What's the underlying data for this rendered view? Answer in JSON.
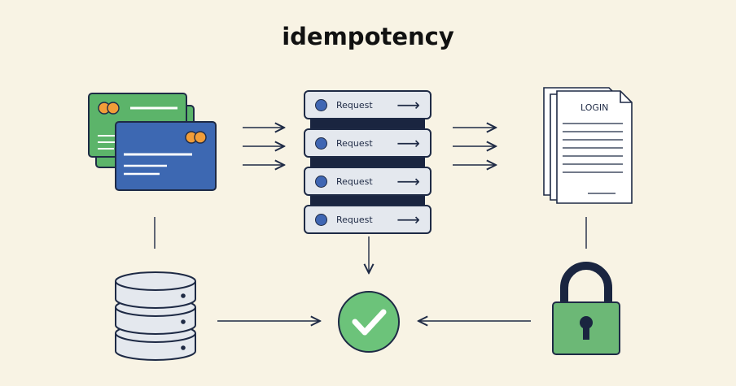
{
  "title": "idempotency",
  "requests": [
    {
      "label": "Request"
    },
    {
      "label": "Request"
    },
    {
      "label": "Request"
    },
    {
      "label": "Request"
    }
  ],
  "document": {
    "label": "LOGIN"
  },
  "icons": {
    "cards": "credit-cards-icon",
    "database": "database-icon",
    "document": "document-icon",
    "lock": "padlock-icon",
    "check": "checkmark-icon"
  },
  "colors": {
    "background": "#f8f3e4",
    "card_green": "#5cb46a",
    "card_blue": "#3d68b2",
    "accent_orange": "#f29d38",
    "outline": "#1e2a45",
    "check_green": "#6cc37a",
    "lock_green": "#6cb876"
  }
}
